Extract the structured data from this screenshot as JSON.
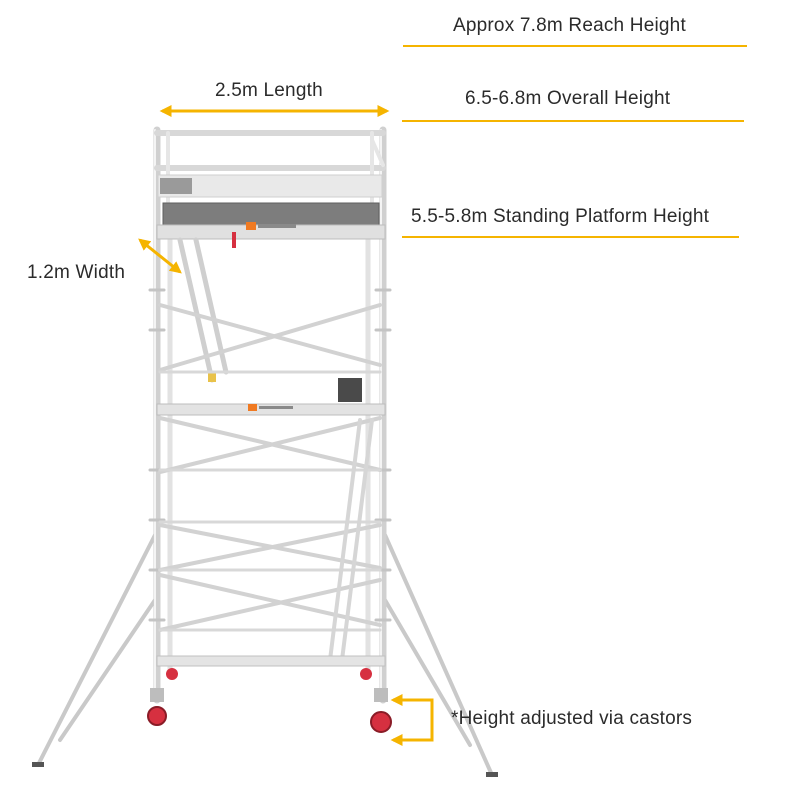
{
  "labels": {
    "reach_height": "Approx 7.8m Reach Height",
    "overall_height": "6.5-6.8m Overall Height",
    "length": "2.5m Length",
    "platform_height": "5.5-5.8m Standing Platform Height",
    "width": "1.2m Width",
    "castors_note": "*Height adjusted via castors"
  },
  "colors": {
    "accent": "#f5b400",
    "text": "#2b2b2b",
    "frame": "#d6d6d6",
    "frame_shadow": "#a9a9a9",
    "deck": "#7d7d7d",
    "castor": "#d63040",
    "logo_orange": "#f07a22"
  },
  "icons": {
    "length_arrow": "double-arrow-horizontal-icon",
    "width_arrow": "double-arrow-diagonal-icon",
    "castor_bracket": "bracket-arrows-icon"
  }
}
